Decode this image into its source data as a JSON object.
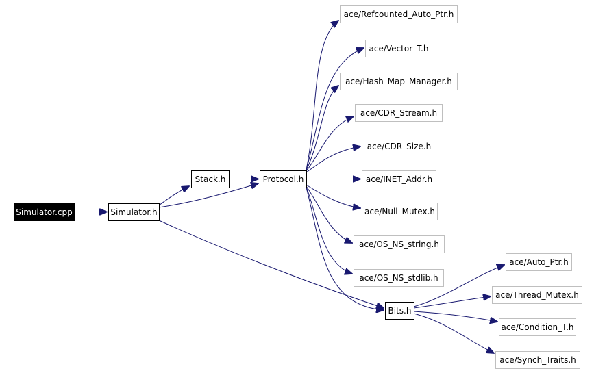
{
  "graph": {
    "nodes": [
      {
        "id": "simulator_cpp",
        "label": "Simulator.cpp",
        "kind": "root"
      },
      {
        "id": "simulator_h",
        "label": "Simulator.h",
        "kind": "local"
      },
      {
        "id": "stack_h",
        "label": "Stack.h",
        "kind": "local"
      },
      {
        "id": "protocol_h",
        "label": "Protocol.h",
        "kind": "local"
      },
      {
        "id": "bits_h",
        "label": "Bits.h",
        "kind": "local"
      },
      {
        "id": "refcounted",
        "label": "ace/Refcounted_Auto_Ptr.h",
        "kind": "external"
      },
      {
        "id": "vector",
        "label": "ace/Vector_T.h",
        "kind": "external"
      },
      {
        "id": "hashmap",
        "label": "ace/Hash_Map_Manager.h",
        "kind": "external"
      },
      {
        "id": "cdrstream",
        "label": "ace/CDR_Stream.h",
        "kind": "external"
      },
      {
        "id": "cdrsize",
        "label": "ace/CDR_Size.h",
        "kind": "external"
      },
      {
        "id": "inet",
        "label": "ace/INET_Addr.h",
        "kind": "external"
      },
      {
        "id": "nullmutex",
        "label": "ace/Null_Mutex.h",
        "kind": "external"
      },
      {
        "id": "osstring",
        "label": "ace/OS_NS_string.h",
        "kind": "external"
      },
      {
        "id": "osstdlib",
        "label": "ace/OS_NS_stdlib.h",
        "kind": "external"
      },
      {
        "id": "autoptr",
        "label": "ace/Auto_Ptr.h",
        "kind": "external"
      },
      {
        "id": "threadmutex",
        "label": "ace/Thread_Mutex.h",
        "kind": "external"
      },
      {
        "id": "condition",
        "label": "ace/Condition_T.h",
        "kind": "external"
      },
      {
        "id": "synch",
        "label": "ace/Synch_Traits.h",
        "kind": "external"
      }
    ],
    "edges": [
      {
        "from": "simulator_cpp",
        "to": "simulator_h"
      },
      {
        "from": "simulator_h",
        "to": "stack_h"
      },
      {
        "from": "simulator_h",
        "to": "protocol_h"
      },
      {
        "from": "simulator_h",
        "to": "bits_h"
      },
      {
        "from": "stack_h",
        "to": "protocol_h"
      },
      {
        "from": "protocol_h",
        "to": "refcounted"
      },
      {
        "from": "protocol_h",
        "to": "vector"
      },
      {
        "from": "protocol_h",
        "to": "hashmap"
      },
      {
        "from": "protocol_h",
        "to": "cdrstream"
      },
      {
        "from": "protocol_h",
        "to": "cdrsize"
      },
      {
        "from": "protocol_h",
        "to": "inet"
      },
      {
        "from": "protocol_h",
        "to": "nullmutex"
      },
      {
        "from": "protocol_h",
        "to": "osstring"
      },
      {
        "from": "protocol_h",
        "to": "osstdlib"
      },
      {
        "from": "protocol_h",
        "to": "bits_h"
      },
      {
        "from": "bits_h",
        "to": "autoptr"
      },
      {
        "from": "bits_h",
        "to": "threadmutex"
      },
      {
        "from": "bits_h",
        "to": "condition"
      },
      {
        "from": "bits_h",
        "to": "synch"
      }
    ]
  }
}
